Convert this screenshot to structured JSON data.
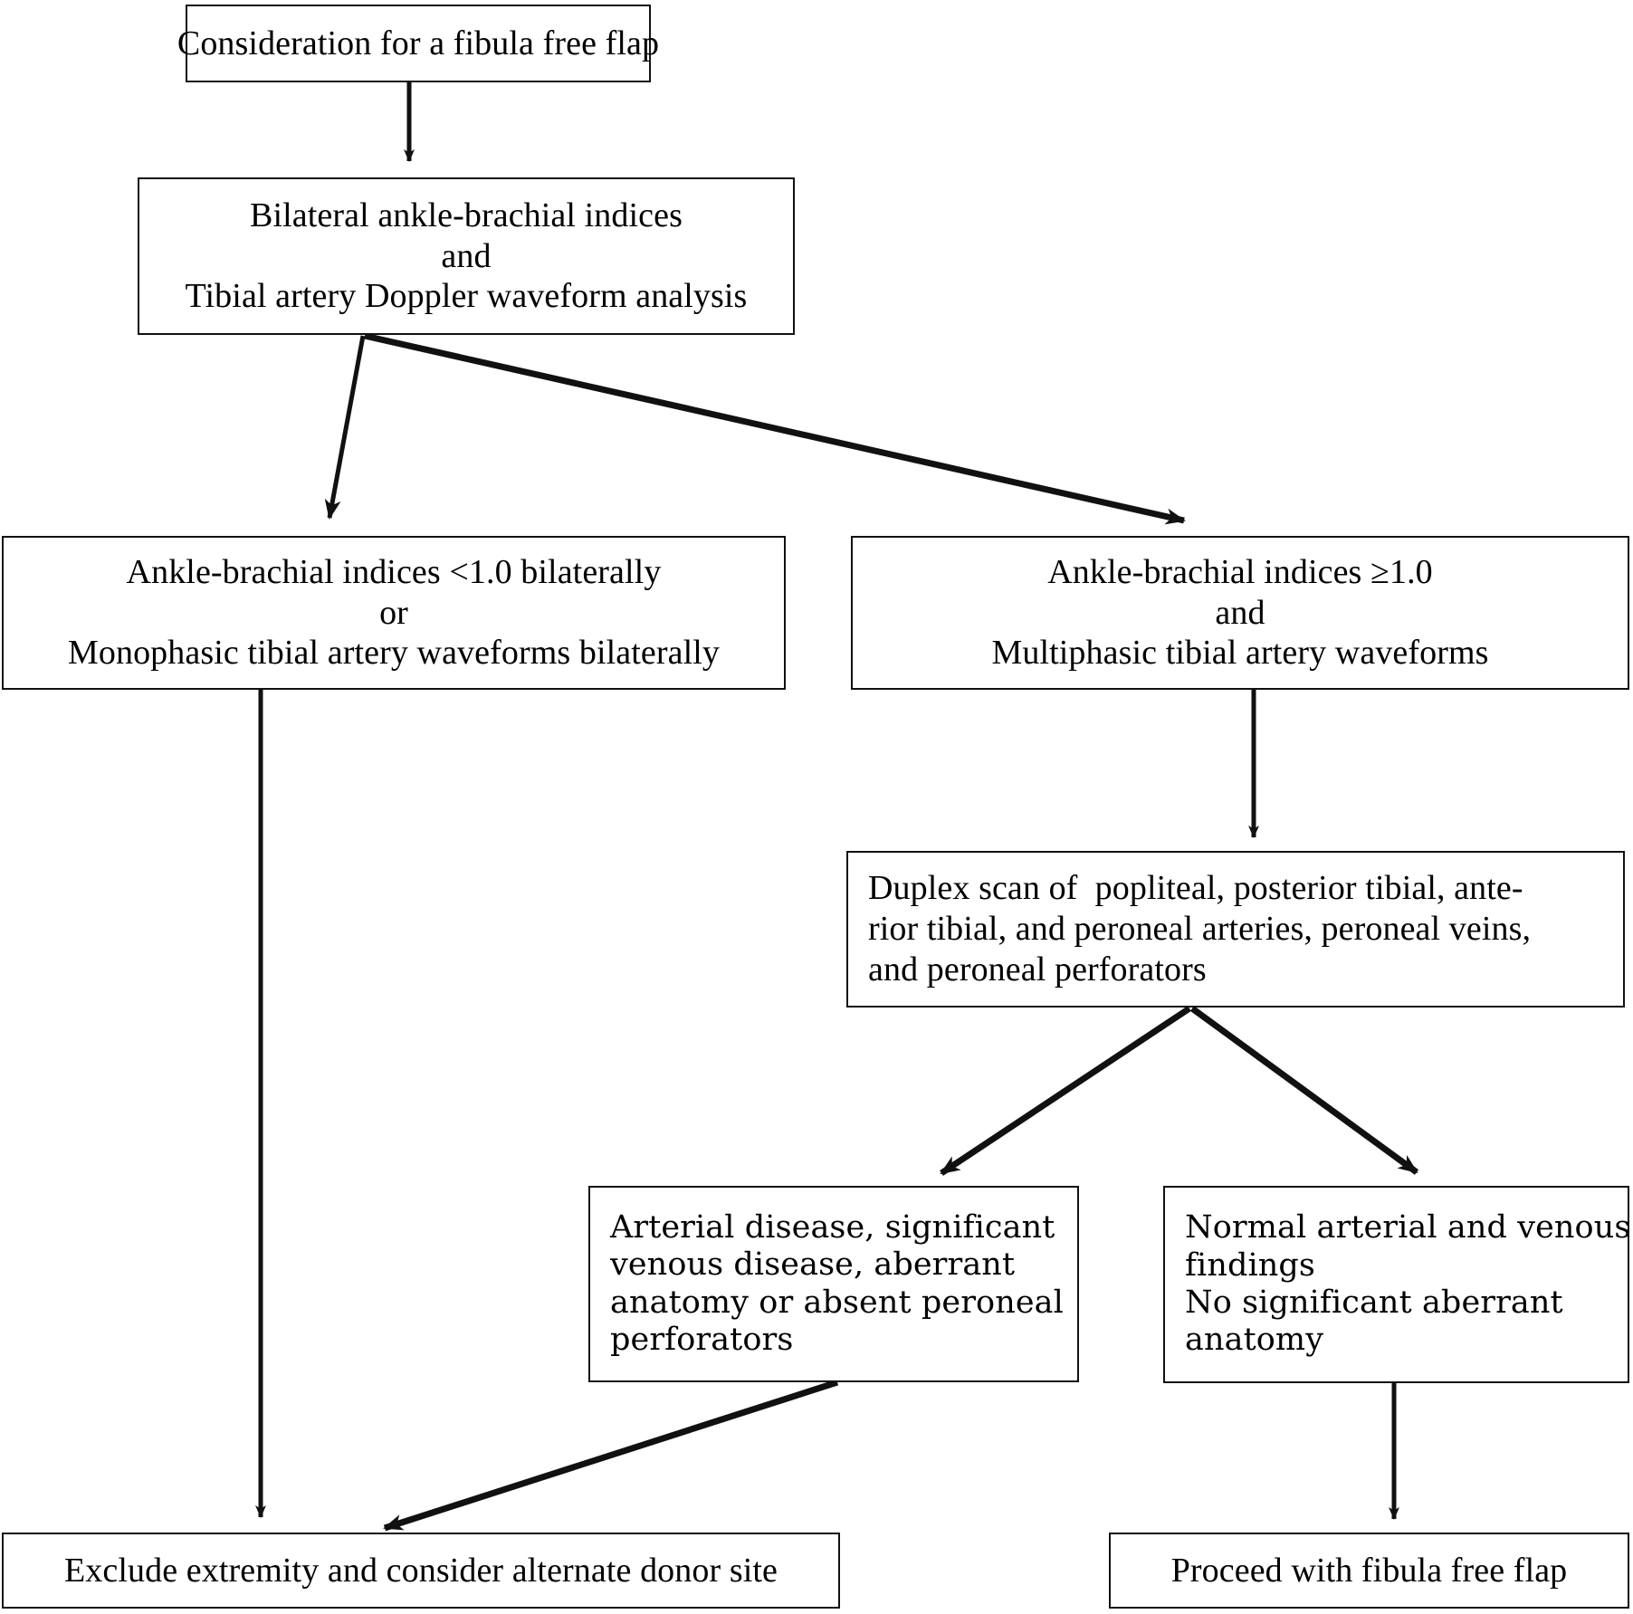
{
  "diagram": {
    "type": "flowchart",
    "title": "Fibula free flap vascular evaluation algorithm",
    "background": "#ffffff",
    "line_color": "#111111",
    "text_color": "#000000"
  },
  "nodes": {
    "consideration": {
      "id": "consideration",
      "lines": [
        "Consideration for a fibula free flap"
      ]
    },
    "abi_doppler": {
      "id": "abi-doppler",
      "lines": [
        "Bilateral ankle-brachial indices",
        "and",
        "Tibial artery Doppler waveform analysis"
      ]
    },
    "abnormal_abi": {
      "id": "abnormal-abi",
      "lines": [
        "Ankle-brachial indices <1.0 bilaterally",
        "or",
        "Monophasic tibial artery waveforms bilaterally"
      ]
    },
    "normal_abi": {
      "id": "normal-abi",
      "lines": [
        "Ankle-brachial indices ≥1.0",
        "and",
        "Multiphasic tibial artery waveforms"
      ]
    },
    "duplex": {
      "id": "duplex-scan",
      "lines": [
        "Duplex scan of  popliteal, posterior tibial, ante-",
        "rior tibial, and peroneal arteries, peroneal veins,",
        "and peroneal perforators"
      ]
    },
    "arterial_disease": {
      "id": "arterial-disease",
      "lines": [
        "Arterial disease, significant",
        "venous disease, aberrant",
        "anatomy or absent peroneal",
        "perforators"
      ]
    },
    "normal_findings": {
      "id": "normal-findings",
      "lines": [
        "Normal arterial and venous",
        "findings",
        "No significant aberrant",
        "anatomy"
      ]
    },
    "exclude": {
      "id": "exclude-extremity",
      "lines": [
        "Exclude extremity and consider alternate donor site"
      ]
    },
    "proceed": {
      "id": "proceed-flap",
      "lines": [
        "Proceed with fibula free flap"
      ]
    }
  },
  "edges": [
    {
      "id": "edge-consideration-to-abi",
      "from": "consideration",
      "to": "abi_doppler",
      "kind": "vertical-arrow"
    },
    {
      "id": "edge-abi-to-abnormal",
      "from": "abi_doppler",
      "to": "abnormal_abi",
      "kind": "diagonal-arrow-left"
    },
    {
      "id": "edge-abi-to-normal",
      "from": "abi_doppler",
      "to": "normal_abi",
      "kind": "diagonal-arrow-right"
    },
    {
      "id": "edge-abnormal-to-exclude",
      "from": "abnormal_abi",
      "to": "exclude",
      "kind": "vertical-arrow"
    },
    {
      "id": "edge-normalabi-to-duplex",
      "from": "normal_abi",
      "to": "duplex",
      "kind": "vertical-arrow"
    },
    {
      "id": "edge-duplex-to-arterialdz",
      "from": "duplex",
      "to": "arterial_disease",
      "kind": "diagonal-arrow-left"
    },
    {
      "id": "edge-duplex-to-normalfindings",
      "from": "duplex",
      "to": "normal_findings",
      "kind": "diagonal-arrow-right"
    },
    {
      "id": "edge-arterialdz-to-exclude",
      "from": "arterial_disease",
      "to": "exclude",
      "kind": "diagonal-arrow-left"
    },
    {
      "id": "edge-normalfindings-to-proceed",
      "from": "normal_findings",
      "to": "proceed",
      "kind": "vertical-arrow"
    }
  ]
}
